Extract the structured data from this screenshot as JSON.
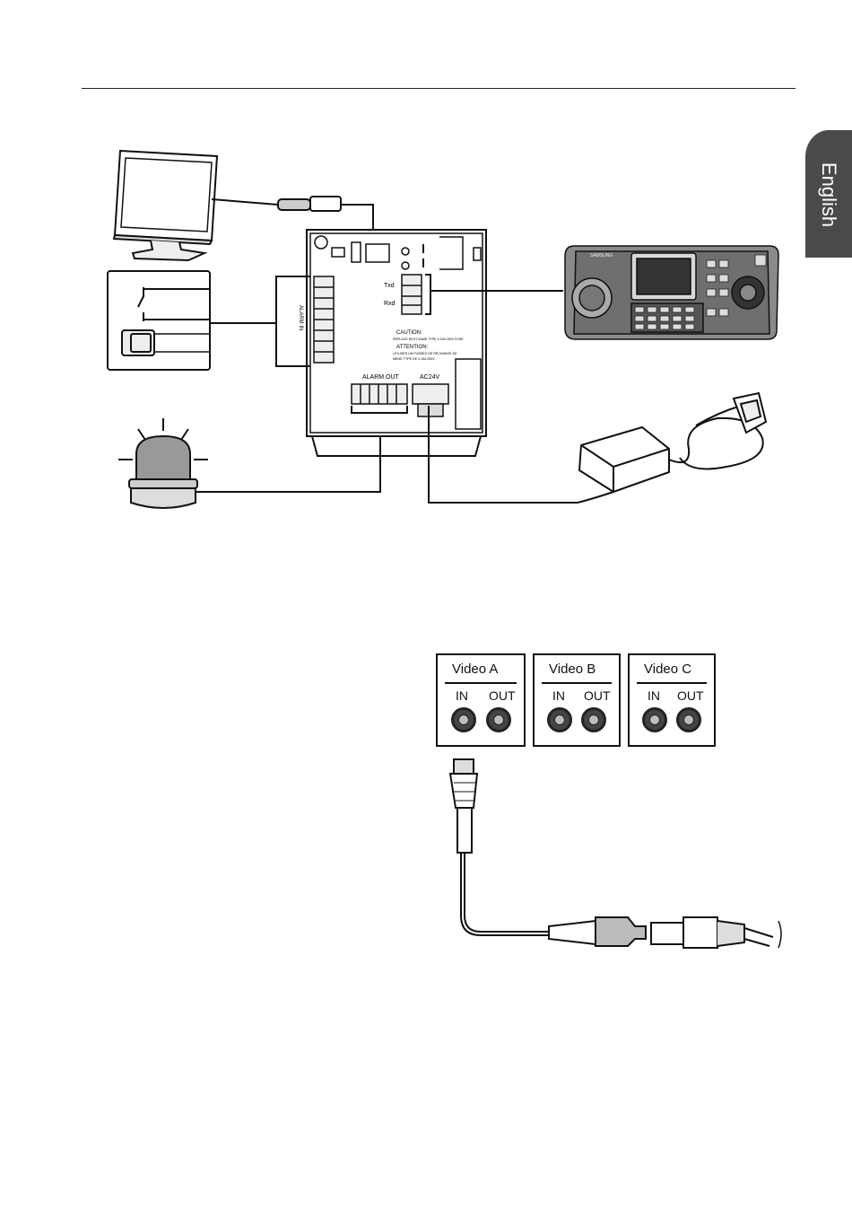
{
  "page": {
    "language_tab": "English"
  },
  "wiring_diagram": {
    "port_labels": {
      "txd": "Txd",
      "rxd": "Rxd",
      "alarm_out": "ALARM OUT",
      "ac24": "AC24V",
      "alarm_in": "ALARM IN"
    },
    "caution_text": {
      "caution_title": "CAUTION:",
      "caution_line": "REPLACE WITH SAME TYPE 3.15A 250V FUSE",
      "attention_title": "ATTENTION:",
      "attention_line1": "UTILISER UN FUSIBLE DE RECHANGE DE",
      "attention_line2": "MEME TYPE DE 3.15A 250V"
    },
    "controller_brand": "SAMSUNG"
  },
  "video_inputs": {
    "boxes": [
      {
        "title": "Video A",
        "in_label": "IN",
        "out_label": "OUT"
      },
      {
        "title": "Video B",
        "in_label": "IN",
        "out_label": "OUT"
      },
      {
        "title": "Video C",
        "in_label": "IN",
        "out_label": "OUT"
      }
    ]
  },
  "colors": {
    "tab_background": "#4a4a4a",
    "line": "#111111",
    "jack": "#444444"
  }
}
